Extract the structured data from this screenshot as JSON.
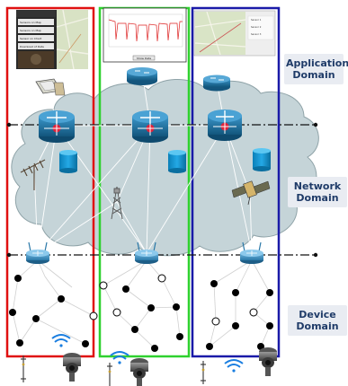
{
  "labels": {
    "application": [
      "Application",
      "Domain"
    ],
    "network": [
      "Network",
      "Domain"
    ],
    "device": [
      "Device",
      "Domain"
    ]
  },
  "screen1": {
    "title": "Android phone app",
    "menu": [
      "Sensors on Map",
      "Sensors on Map",
      "Sensor on Chart",
      "Download of Data"
    ]
  },
  "screen2": {
    "button": "Show Data"
  },
  "screen3": {
    "legend": [
      "Sensor 1",
      "Sensor 2",
      "Sensor 3"
    ]
  },
  "colors": {
    "red": "#e01010",
    "green": "#2fd12f",
    "blue": "#1a1aa8",
    "cloud": "#c5d4d8",
    "router": "#1d6e9e",
    "label_bg": "#e9ecf2",
    "label_text": "#1f3b68"
  },
  "icons": [
    "router-icon",
    "database-icon",
    "antenna-icon",
    "cell-tower-icon",
    "satellite-icon",
    "gateway-icon",
    "wifi-icon",
    "camera-icon",
    "sensor-pole-icon",
    "tablet-icon",
    "switch-icon"
  ]
}
